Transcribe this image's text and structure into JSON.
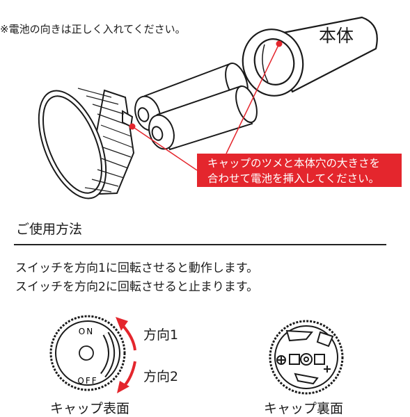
{
  "note": "※電池の向きは正しく入れてください。",
  "body_label": "本体",
  "callout": {
    "line1": "キャップのツメと本体穴の大きさを",
    "line2": "合わせて電池を挿入してください。"
  },
  "usage": {
    "heading": "ご使用方法",
    "line1": "スイッチを方向1に回転させると動作します。",
    "line2": "スイッチを方向2に回転させると止まります。"
  },
  "cap_front": {
    "label": "キャップ表面",
    "on": "ON",
    "off": "OFF",
    "direction1": "方向1",
    "direction2": "方向2"
  },
  "cap_back": {
    "label": "キャップ裏面"
  },
  "colors": {
    "accent": "#e4262d",
    "ink": "#1a1a1a"
  }
}
